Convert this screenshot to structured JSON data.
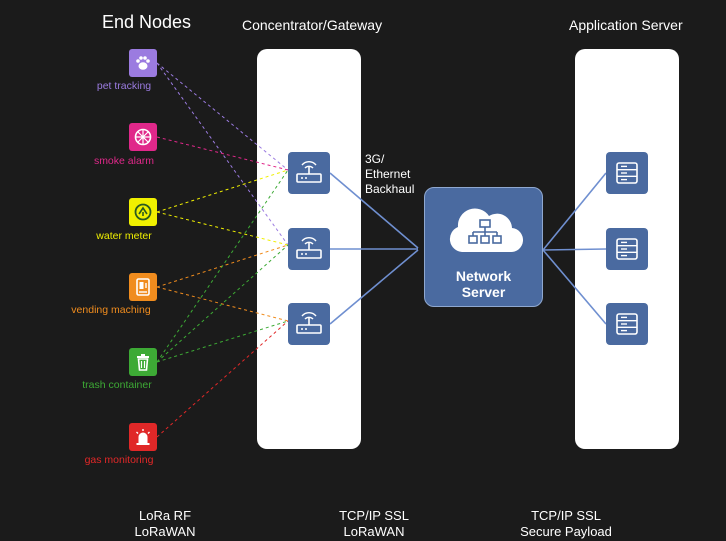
{
  "headings": {
    "end_nodes": "End Nodes",
    "concentrator": "Concentrator/Gateway",
    "app_server": "Application Server"
  },
  "end_nodes": [
    {
      "label": "pet tracking",
      "icon": "paw-icon",
      "color": "#9b7be0",
      "gateways": [
        1,
        2
      ]
    },
    {
      "label": "smoke alarm",
      "icon": "smoke-detector-icon",
      "color": "#e0288a",
      "gateways": [
        1
      ]
    },
    {
      "label": "water meter",
      "icon": "water-meter-icon",
      "color": "#f0f000",
      "gateways": [
        1,
        2
      ]
    },
    {
      "label": "vending maching",
      "icon": "vending-machine-icon",
      "color": "#f08c1e",
      "gateways": [
        2,
        3
      ]
    },
    {
      "label": "trash container",
      "icon": "trash-icon",
      "color": "#3daa35",
      "gateways": [
        1,
        2,
        3
      ]
    },
    {
      "label": "gas monitoring",
      "icon": "alarm-light-icon",
      "color": "#e02828",
      "gateways": [
        3
      ]
    }
  ],
  "gateway_icon": "gateway-router-icon",
  "server_icon": "server-icon",
  "backhaul": {
    "line1": "3G/",
    "line2": "Ethernet",
    "line3": "Backhaul"
  },
  "network_server": {
    "line1": "Network",
    "line2": "Server",
    "icon": "cloud-network-icon"
  },
  "bottom_labels": {
    "lora": {
      "line1": "LoRa RF",
      "line2": "LoRaWAN"
    },
    "tcp_gateway": {
      "line1": "TCP/IP SSL",
      "line2": "LoRaWAN"
    },
    "tcp_app": {
      "line1": "TCP/IP SSL",
      "line2": "Secure Payload"
    }
  },
  "colors": {
    "background": "#1b1b1b",
    "panel": "#ffffff",
    "device_blue": "#4a6aa0",
    "link_blue": "#6f8fd0"
  }
}
